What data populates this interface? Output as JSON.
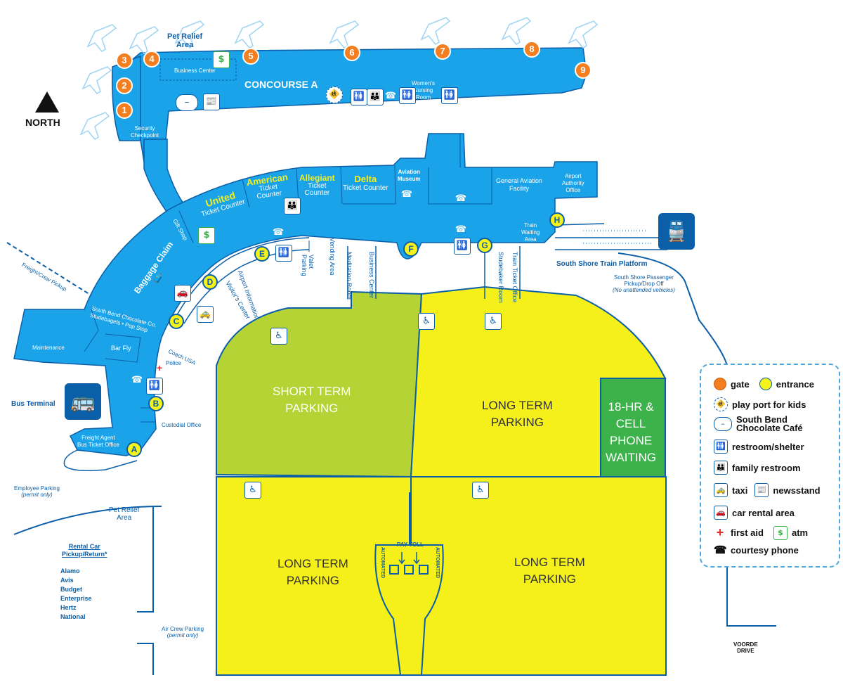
{
  "map": {
    "north_label": "NORTH",
    "concourse_label": "CONCOURSE A",
    "pet_relief_top": "Pet Relief\nArea",
    "pet_relief_bottom": "Pet Relief\nArea",
    "business_center": "Business Center",
    "womens_nursing": "Women's\nNursing\nRoom",
    "security_checkpoint": "Security\nCheckpoint",
    "airlines": [
      {
        "name": "United",
        "sub": "Ticket Counter"
      },
      {
        "name": "American",
        "sub": "Ticket\nCounter"
      },
      {
        "name": "Allegiant",
        "sub": "Ticket\nCounter"
      },
      {
        "name": "Delta",
        "sub": "Ticket Counter"
      }
    ],
    "aviation_museum": "Aviation\nMuseum",
    "general_aviation": "General Aviation\nFacility",
    "airport_authority": "Airport\nAuthority\nOffice",
    "train_waiting": "Train\nWaiting\nArea",
    "gift_shop": "Gift Shop",
    "baggage_claim": "Baggage Claim",
    "chocolate_co": "South Bend Chocolate Co.\nStudebagels • Pop Stop",
    "bar_fly": "Bar Fly",
    "maintenance": "Maintenance",
    "freight_crew": "Freight/Crew Pickup",
    "coach_usa": "Coach USA",
    "police": "Police",
    "custodial": "Custodial Office",
    "freight_agent": "Freight Agent\nBus Ticket Office",
    "bus_terminal": "Bus Terminal",
    "employee_parking": "Employee Parking",
    "employee_parking_note": "(permit only)",
    "air_crew_parking": "Air Crew Parking",
    "air_crew_parking_note": "(permit only)",
    "visitors_center": "Visitor's Center",
    "airport_information": "Airport Information",
    "valet_parking": "Valet\nParking",
    "vending_area": "Vending Area",
    "meditation_room": "Meditation Room",
    "business_center_2": "Business Center",
    "studebaker_room": "Studebaker Room",
    "train_ticket_office": "Train Ticket Office",
    "south_shore_platform": "South Shore Train Platform",
    "south_shore_pickup": "South Shore Passenger\nPickup/Drop Off",
    "south_shore_note": "(No unattended vehicles)",
    "rental_car_title": "Rental Car\nPickup/Return*",
    "rental_companies": [
      "Alamo",
      "Avis",
      "Budget",
      "Enterprise",
      "Hertz",
      "National"
    ],
    "voorde_drive": "VOORDE\nDRIVE",
    "parking": {
      "short_term": "SHORT TERM\nPARKING",
      "long_term_1": "LONG TERM\nPARKING",
      "cell_phone": "18-HR &\nCELL\nPHONE\nWAITING",
      "long_term_2": "LONG TERM\nPARKING",
      "long_term_3": "LONG TERM\nPARKING",
      "pay_toll": "PAY TOLL",
      "automated_left": "AUTOMATED",
      "automated_right": "AUTOMATED"
    },
    "gates": [
      "1",
      "2",
      "3",
      "4",
      "5",
      "6",
      "7",
      "8",
      "9"
    ],
    "entrances": [
      "A",
      "B",
      "C",
      "D",
      "E",
      "F",
      "G",
      "H"
    ]
  },
  "legend": {
    "gate": "gate",
    "entrance": "entrance",
    "play_port": "play port for kids",
    "chocolate_cafe": "South Bend\nChocolate Café",
    "restroom": "restroom/shelter",
    "family_restroom": "family restroom",
    "taxi": "taxi",
    "newsstand": "newsstand",
    "car_rental": "car rental area",
    "first_aid": "first aid",
    "atm": "atm",
    "courtesy_phone": "courtesy phone"
  },
  "colors": {
    "terminal": "#1aa3e8",
    "terminal_dark": "#0b5ea8",
    "gate": "#f47f20",
    "entrance": "#f6f31a",
    "short_term": "#b5d334",
    "long_term": "#f6f01a",
    "cell_phone": "#3bb34a",
    "first_aid": "#e32c2c",
    "atm": "#3bb34a"
  }
}
